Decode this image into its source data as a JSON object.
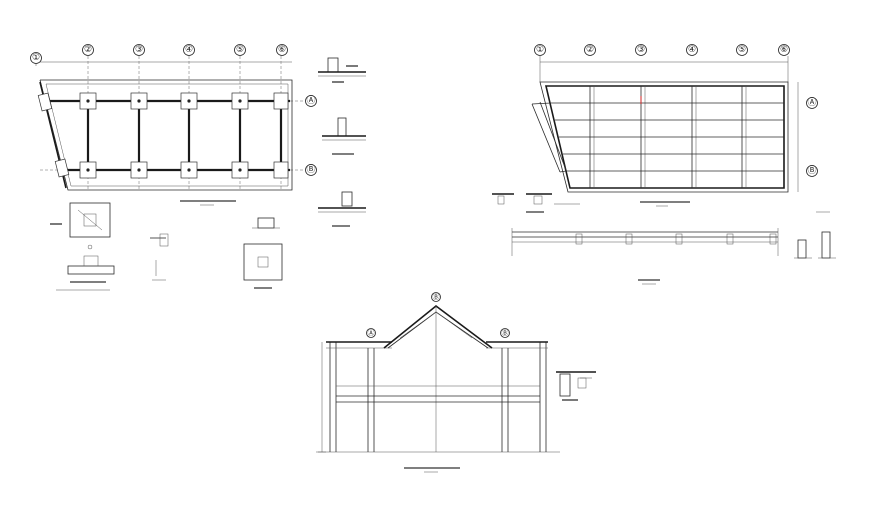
{
  "plan_left": {
    "grid_columns": [
      "①",
      "②",
      "③",
      "④",
      "⑤",
      "⑥"
    ],
    "grid_rows": [
      "Ⓐ",
      "Ⓑ"
    ]
  },
  "plan_right": {
    "grid_columns": [
      "①",
      "②",
      "③",
      "④",
      "⑤",
      "⑥"
    ],
    "grid_rows": [
      "Ⓐ",
      "Ⓑ"
    ]
  },
  "section": {
    "grid_markers": [
      "Ⓐ",
      "Ⓑ",
      "Ⓑ"
    ]
  }
}
